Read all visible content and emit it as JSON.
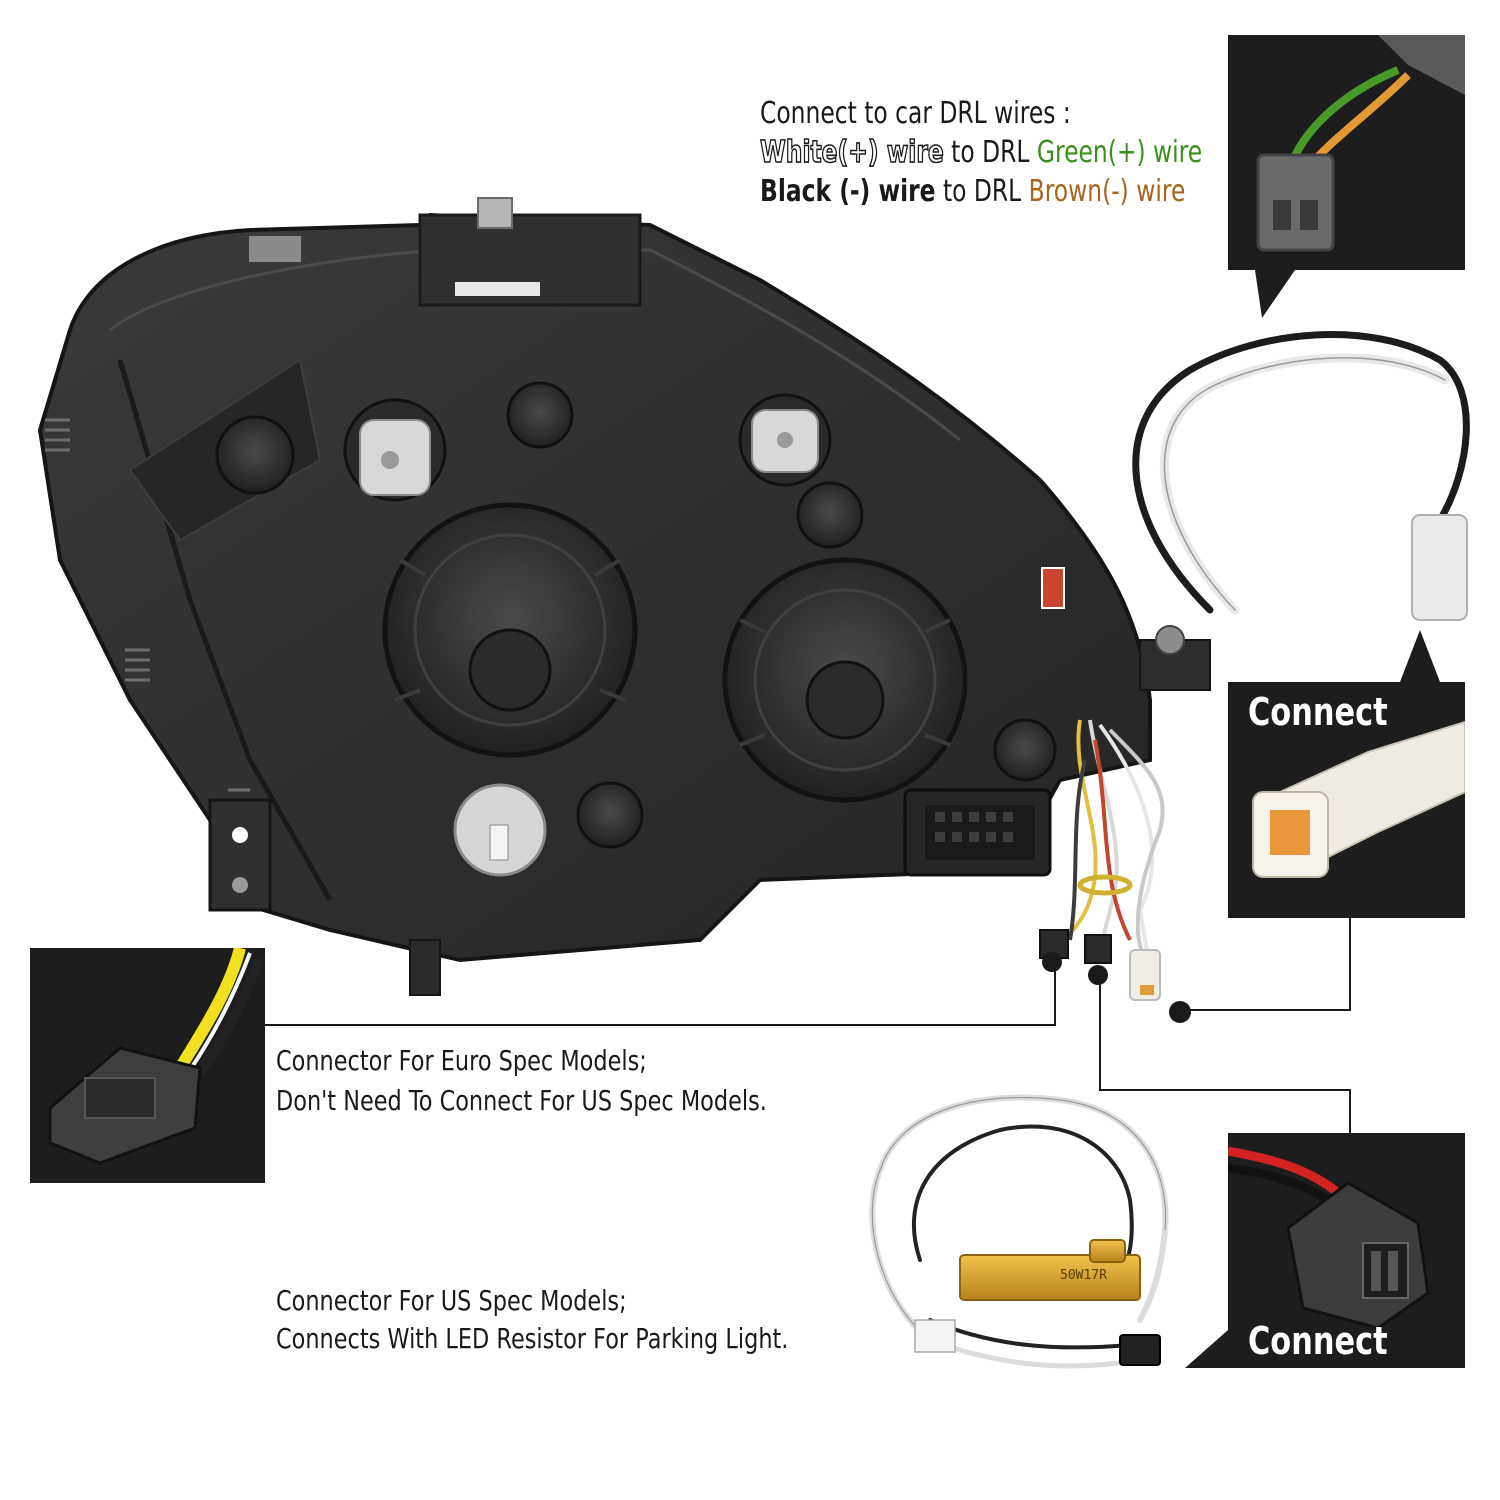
{
  "drl_instructions": {
    "heading": "Connect to car DRL wires :",
    "line1": {
      "wire": "White(+) wire",
      "middle": " to DRL ",
      "target": "Green(+) wire"
    },
    "line2": {
      "wire": "Black (-) wire",
      "middle": " to DRL ",
      "target": "Brown(-) wire"
    }
  },
  "callouts": {
    "drl_connect_label": "Connect",
    "parking_connect_label": "Connect"
  },
  "euro_note": {
    "line1": "Connector For Euro Spec Models;",
    "line2": "Don't Need To Connect For US Spec Models."
  },
  "us_note": {
    "line1": "Connector For US Spec Models;",
    "line2": "Connects With LED Resistor For Parking Light."
  },
  "resistor_marking": "50W17R",
  "colors": {
    "green_wire": "#3a8f1c",
    "brown_wire": "#a8641c",
    "panel": "#1d1d1d",
    "housing": "#2e2e2e",
    "resistor": "#d9a227"
  }
}
